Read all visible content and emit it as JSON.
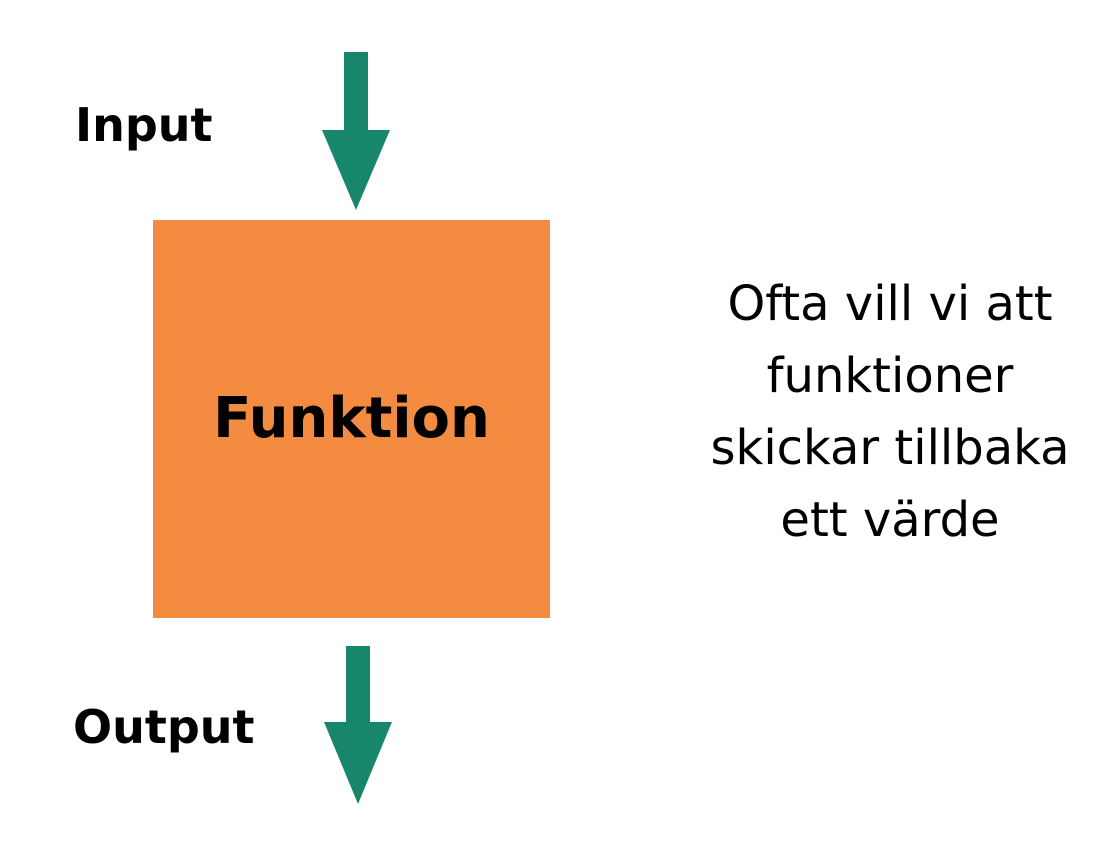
{
  "colors": {
    "arrow": "#17866b",
    "box": "#f38b40",
    "text": "#000000",
    "background": "#ffffff"
  },
  "labels": {
    "input": "Input",
    "output": "Output",
    "function": "Funktion"
  },
  "note": {
    "lines": [
      "Ofta vill vi att",
      "funktioner",
      "skickar tillbaka",
      "ett värde"
    ]
  },
  "icons": {
    "input_arrow": "down-arrow-icon",
    "output_arrow": "down-arrow-icon"
  }
}
